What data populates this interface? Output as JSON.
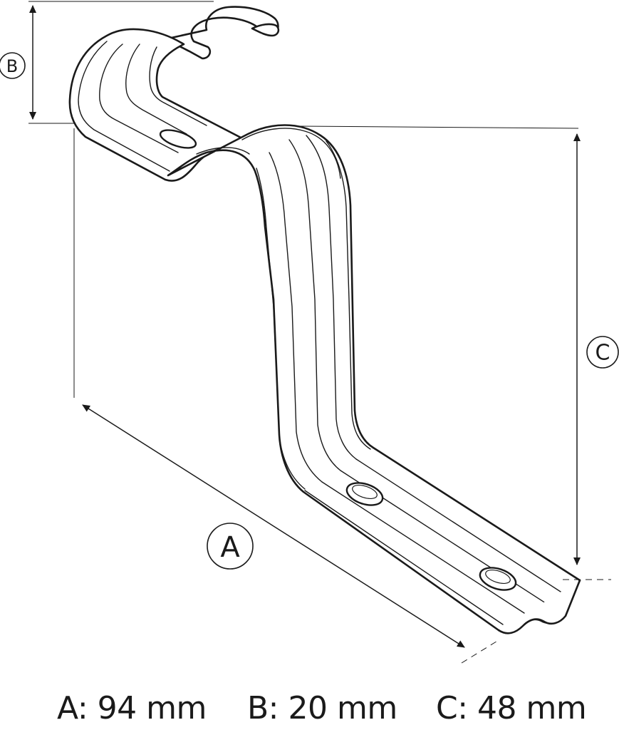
{
  "callouts": {
    "a": "A",
    "b": "B",
    "c": "C"
  },
  "dimensions": [
    {
      "label": "A",
      "text": "A: 94 mm"
    },
    {
      "label": "B",
      "text": "B: 20 mm"
    },
    {
      "label": "C",
      "text": "C: 48 mm"
    }
  ],
  "colors": {
    "line": "#1a1a1a",
    "background": "#ffffff"
  }
}
